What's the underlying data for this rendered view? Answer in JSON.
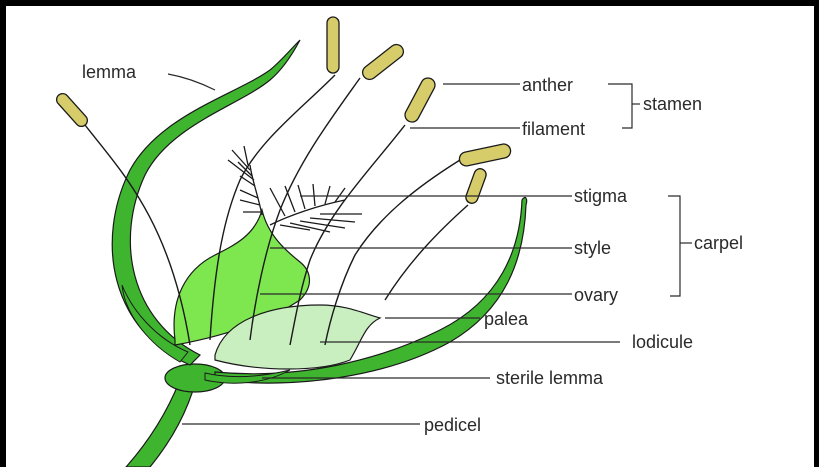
{
  "diagram": {
    "labels": {
      "lemma": "lemma",
      "anther": "anther",
      "filament": "filament",
      "stamen": "stamen",
      "stigma": "stigma",
      "style": "style",
      "carpel": "carpel",
      "ovary": "ovary",
      "palea": "palea",
      "lodicule": "lodicule",
      "sterile_lemma": "sterile lemma",
      "pedicel": "pedicel"
    },
    "colors": {
      "bract_green": "#3fb52f",
      "carpel_green": "#7ee64f",
      "lodicule_green": "#c9eec0",
      "anther_fill": "#d6cc6a",
      "line": "#1a1a1a"
    }
  }
}
